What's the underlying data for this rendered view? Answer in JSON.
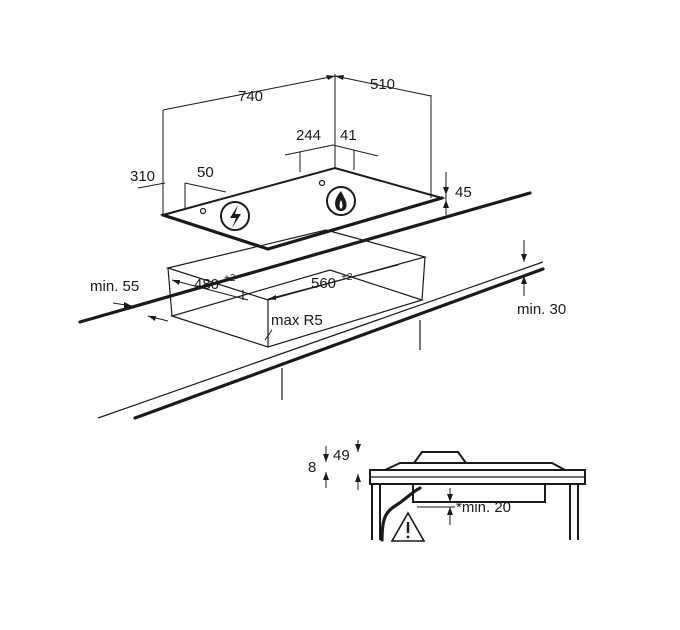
{
  "top_view": {
    "width": "740",
    "depth": "510",
    "offset_left": "310",
    "offset_left_small": "50",
    "inlet_pos": "244",
    "inlet_offset": "41",
    "thickness": "45"
  },
  "cutout": {
    "min_side": "min. 55",
    "width": "480",
    "width_tol": "+2",
    "length": "560",
    "length_tol": "+2",
    "radius": "max R5",
    "min_front": "min. 30"
  },
  "section": {
    "height_total": "49",
    "height_top": "8",
    "min_clearance": "*min. 20"
  },
  "icons": {
    "electric": "lightning-icon",
    "gas": "flame-icon",
    "warning": "warning-triangle-icon"
  }
}
